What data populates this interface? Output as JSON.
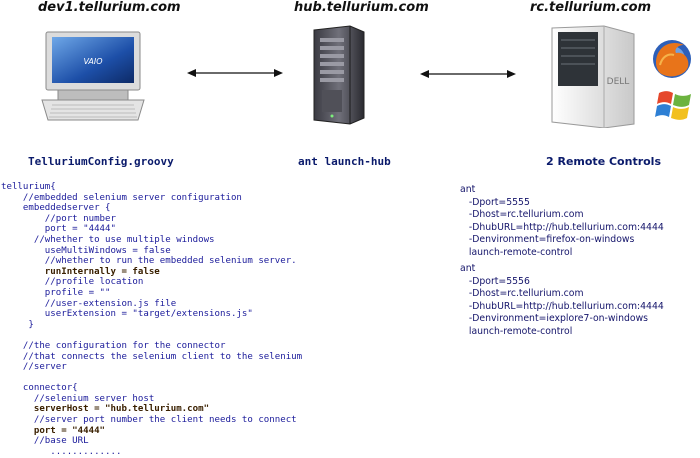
{
  "hosts": {
    "left": "dev1.tellurium.com",
    "center": "hub.tellurium.com",
    "right": "rc.tellurium.com"
  },
  "captions": {
    "left": "TelluriumConfig.groovy",
    "center": "ant launch-hub",
    "right": "2 Remote Controls"
  },
  "config_code": [
    {
      "text": "tellurium{",
      "highlight": false
    },
    {
      "text": "    //embedded selenium server configuration",
      "highlight": false
    },
    {
      "text": "    embeddedserver {",
      "highlight": false
    },
    {
      "text": "        //port number",
      "highlight": false
    },
    {
      "text": "        port = \"4444\"",
      "highlight": false
    },
    {
      "text": "      //whether to use multiple windows",
      "highlight": false
    },
    {
      "text": "        useMultiWindows = false",
      "highlight": false
    },
    {
      "text": "        //whether to run the embedded selenium server.",
      "highlight": false
    },
    {
      "text": "        runInternally = false",
      "highlight": true
    },
    {
      "text": "        //profile location",
      "highlight": false
    },
    {
      "text": "        profile = \"\"",
      "highlight": false
    },
    {
      "text": "        //user-extension.js file",
      "highlight": false
    },
    {
      "text": "        userExtension = \"target/extensions.js\"",
      "highlight": false
    },
    {
      "text": "     }",
      "highlight": false
    },
    {
      "text": "",
      "highlight": false
    },
    {
      "text": "    //the configuration for the connector",
      "highlight": false
    },
    {
      "text": "    //that connects the selenium client to the selenium",
      "highlight": false
    },
    {
      "text": "    //server",
      "highlight": false
    },
    {
      "text": "",
      "highlight": false
    },
    {
      "text": "    connector{",
      "highlight": false
    },
    {
      "text": "      //selenium server host",
      "highlight": false
    },
    {
      "text": "      serverHost = \"hub.tellurium.com\"",
      "highlight": true
    },
    {
      "text": "      //server port number the client needs to connect",
      "highlight": false
    },
    {
      "text": "      port = \"4444\"",
      "highlight": true
    },
    {
      "text": "      //base URL",
      "highlight": false
    },
    {
      "text": "         .............",
      "highlight": false
    }
  ],
  "remote_commands": [
    {
      "lines": [
        "ant",
        "   -Dport=5555",
        "   -Dhost=rc.tellurium.com",
        "   -DhubURL=http://hub.tellurium.com:4444",
        "   -Denvironment=firefox-on-windows",
        "   launch-remote-control"
      ]
    },
    {
      "lines": [
        "ant",
        "   -Dport=5556",
        "   -Dhost=rc.tellurium.com",
        "   -DhubURL=http://hub.tellurium.com:4444",
        "   -Denvironment=iexplore7-on-windows",
        "   launch-remote-control"
      ]
    }
  ],
  "icons": {
    "left": "laptop-icon",
    "center": "server-tower-icon",
    "right": "desktop-tower-icon",
    "browser_1": "firefox-icon",
    "browser_2": "windows-logo-icon"
  },
  "colors": {
    "code_text": "#1a1a9a",
    "code_highlight": "#3a2000",
    "caption": "#0a1a6b"
  }
}
